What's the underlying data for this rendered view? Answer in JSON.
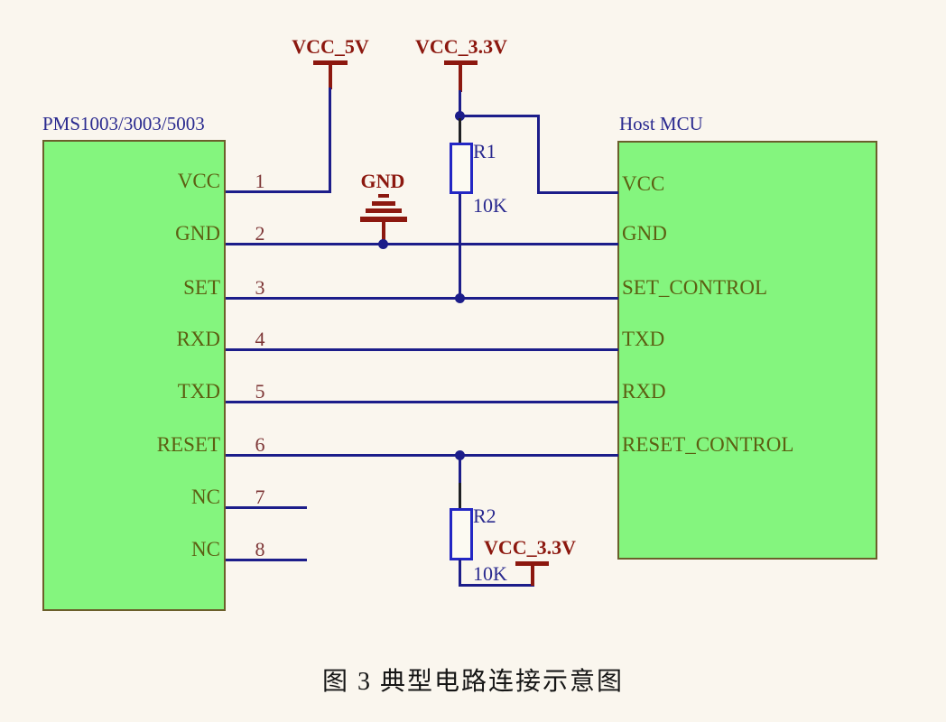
{
  "caption": "图 3  典型电路连接示意图",
  "left_module": {
    "title": "PMS1003/3003/5003",
    "pins": [
      {
        "label": "VCC",
        "number": "1"
      },
      {
        "label": "GND",
        "number": "2"
      },
      {
        "label": "SET",
        "number": "3"
      },
      {
        "label": "RXD",
        "number": "4"
      },
      {
        "label": "TXD",
        "number": "5"
      },
      {
        "label": "RESET",
        "number": "6"
      },
      {
        "label": "NC",
        "number": "7"
      },
      {
        "label": "NC",
        "number": "8"
      }
    ]
  },
  "right_module": {
    "title": "Host MCU",
    "pins": [
      {
        "label": "VCC"
      },
      {
        "label": "GND"
      },
      {
        "label": "SET_CONTROL"
      },
      {
        "label": "TXD"
      },
      {
        "label": "RXD"
      },
      {
        "label": "RESET_CONTROL"
      }
    ]
  },
  "power_symbols": {
    "vcc_5v": "VCC_5V",
    "vcc_3v3_top": "VCC_3.3V",
    "gnd": "GND",
    "vcc_3v3_bottom": "VCC_3.3V"
  },
  "resistors": [
    {
      "ref": "R1",
      "value": "10K"
    },
    {
      "ref": "R2",
      "value": "10K"
    }
  ],
  "colors": {
    "background": "#faf6ee",
    "wire": "#1c1d8a",
    "power_red": "#8c180f",
    "module_fill": "#84f57e",
    "module_border": "#6b5f2b",
    "pin_label": "#5c5f12",
    "pin_number": "#7d3636",
    "designator": "#2a2a8f",
    "resistor_outline": "#2327c4",
    "caption_text": "#161616"
  }
}
